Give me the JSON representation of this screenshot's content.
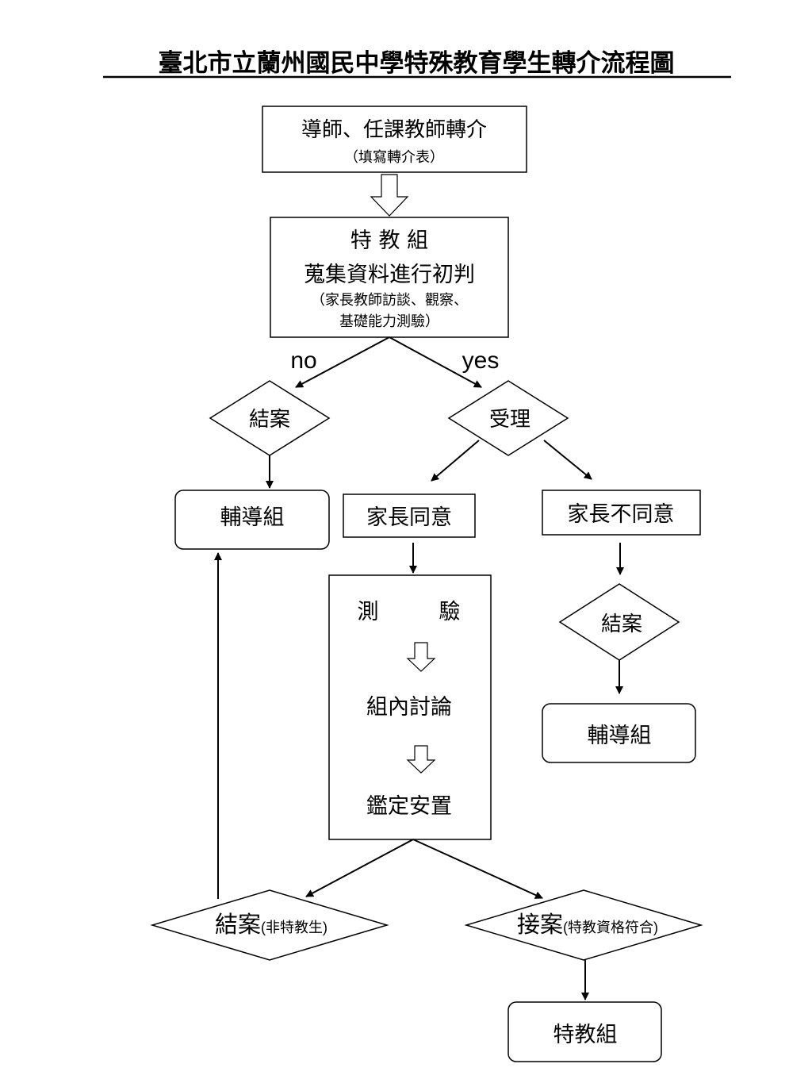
{
  "title": "臺北市立蘭州國民中學特殊教育學生轉介流程圖",
  "nodes": {
    "referral": {
      "line1": "導師、任課教師轉介",
      "line2": "（填寫轉介表）"
    },
    "screening": {
      "line1": "特 教 組",
      "line2": "蒐集資料進行初判",
      "line3": "（家長教師訪談、觀察、",
      "line4": "基礎能力測驗）"
    },
    "close_left": "結案",
    "accept": "受理",
    "counseling_left": "輔導組",
    "parent_agree": "家長同意",
    "parent_disagree": "家長不同意",
    "test_process": {
      "step1a": "測",
      "step1b": "驗",
      "step2": "組內討論",
      "step3": "鑑定安置"
    },
    "close_right": "結案",
    "counseling_right": "輔導組",
    "close_final": {
      "main": "結案",
      "note": "(非特教生)"
    },
    "take_case": {
      "main": "接案",
      "note": "(特教資格符合)"
    },
    "special_ed_team": "特教組"
  },
  "edge_labels": {
    "no": "no",
    "yes": "yes"
  }
}
